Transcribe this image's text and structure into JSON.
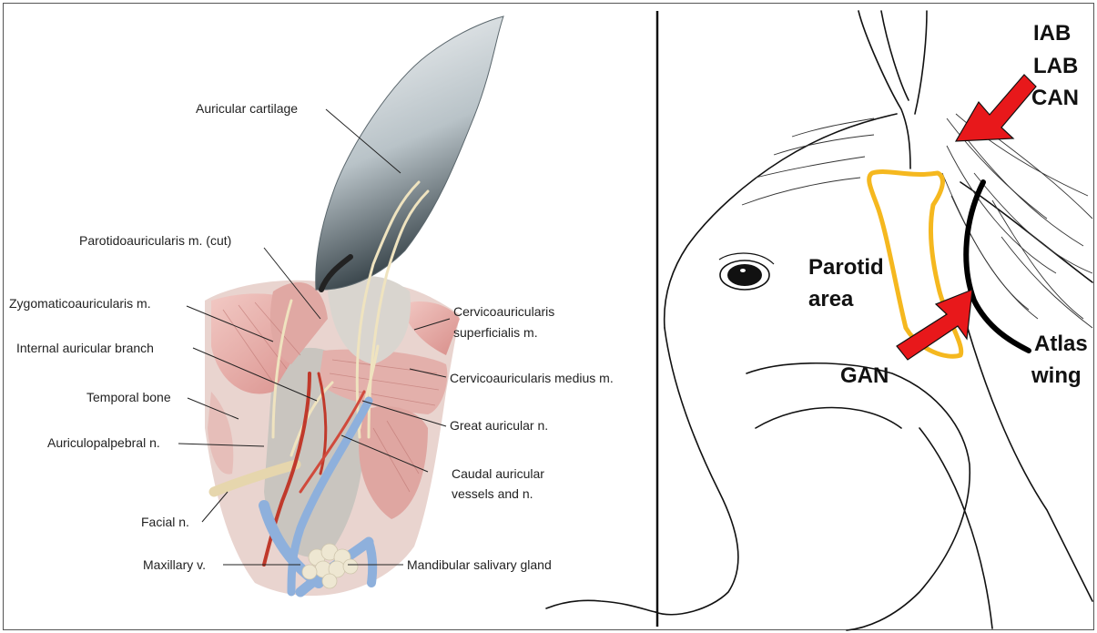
{
  "left_panel": {
    "labels": {
      "auricular_cartilage": "Auricular cartilage",
      "parotidoauricularis": "Parotidoauricularis m. (cut)",
      "zygomaticoauricularis": "Zygomaticoauricularis m.",
      "internal_auricular_branch": "Internal auricular branch",
      "temporal_bone": "Temporal bone",
      "auriculopalpebral": "Auriculopalpebral n.",
      "facial": "Facial n.",
      "maxillary": "Maxillary v.",
      "cervicoauricularis_superficialis_1": "Cervicoauricularis",
      "cervicoauricularis_superficialis_2": "superficialis m.",
      "cervicoauricularis_medius": "Cervicoauricularis medius m.",
      "great_auricular": "Great auricular n.",
      "caudal_auricular_1": "Caudal auricular",
      "caudal_auricular_2": "vessels and n.",
      "mandibular_salivary_gland": "Mandibular salivary gland"
    }
  },
  "right_panel": {
    "labels": {
      "iab": "IAB",
      "lab": "LAB",
      "can": "CAN",
      "parotid_1": "Parotid",
      "parotid_2": "area",
      "gan": "GAN",
      "atlas_1": "Atlas",
      "atlas_2": "wing"
    },
    "colors": {
      "arrow": "#e8181b",
      "parotid_outline": "#f5b81f",
      "atlas_line": "#000000"
    }
  }
}
